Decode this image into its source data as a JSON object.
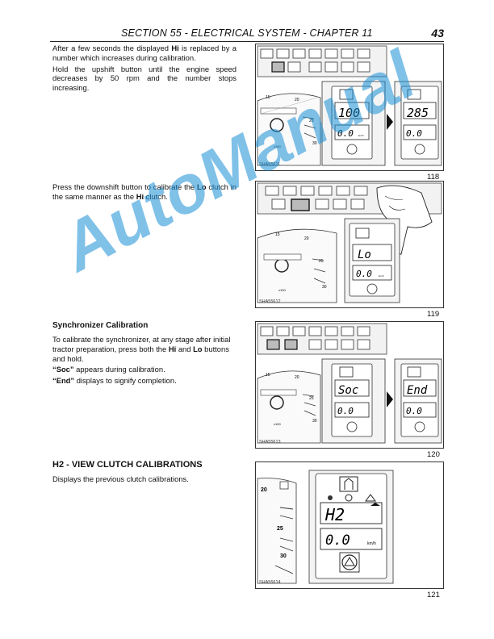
{
  "header": {
    "title": "SECTION 55 - ELECTRICAL SYSTEM - CHAPTER 11",
    "page_number": "43"
  },
  "block1": {
    "p1_before": "After a few seconds the displayed ",
    "p1_bold": "Hi",
    "p1_after": " is replaced by a number which increases during calibration.",
    "p2": "Hold the upshift button until the engine speed decreases by 50 rpm and the number stops increasing."
  },
  "block2": {
    "p1_before": "Press the downshift button to calibrate the ",
    "p1_bold1": "Lo",
    "p1_mid": " clutch in the same manner as the ",
    "p1_bold2": "Hi",
    "p1_after": " clutch."
  },
  "block3": {
    "heading": "Synchronizer Calibration",
    "p1_before": "To calibrate the synchronizer, at any stage after initial tractor preparation, press both the ",
    "p1_bold1": "Hi",
    "p1_mid": " and ",
    "p1_bold2": "Lo",
    "p1_after": " buttons and hold.",
    "p2_bold": "“Soc”",
    "p2_after": " appears during calibration.",
    "p3_bold": "“End”",
    "p3_after": " displays to signify completion."
  },
  "block4": {
    "heading": "H2 - VIEW CLUTCH CALIBRATIONS",
    "p1": "Displays the previous clutch calibrations."
  },
  "figures": [
    {
      "id": "SHA55611",
      "number": "118",
      "lcd_a": "100",
      "lcd_b": "285",
      "speed_a": "0.0",
      "speed_b": "0.0"
    },
    {
      "id": "SHA55612",
      "number": "119",
      "lcd_a": "Lo",
      "speed_a": "0.0"
    },
    {
      "id": "SHA55613",
      "number": "120",
      "lcd_a": "Soc",
      "lcd_b": "End",
      "speed_a": "0.0",
      "speed_b": "0.0"
    },
    {
      "id": "SHA55614",
      "number": "121",
      "lcd_a": "H2",
      "speed_a": "0.0"
    }
  ],
  "gauge": {
    "ticks": [
      "15",
      "20",
      "25",
      "30"
    ],
    "unit": "x100",
    "speed_unit": "km/h"
  },
  "watermark": "AutoManual",
  "colors": {
    "watermark": "#1a8fd6"
  }
}
